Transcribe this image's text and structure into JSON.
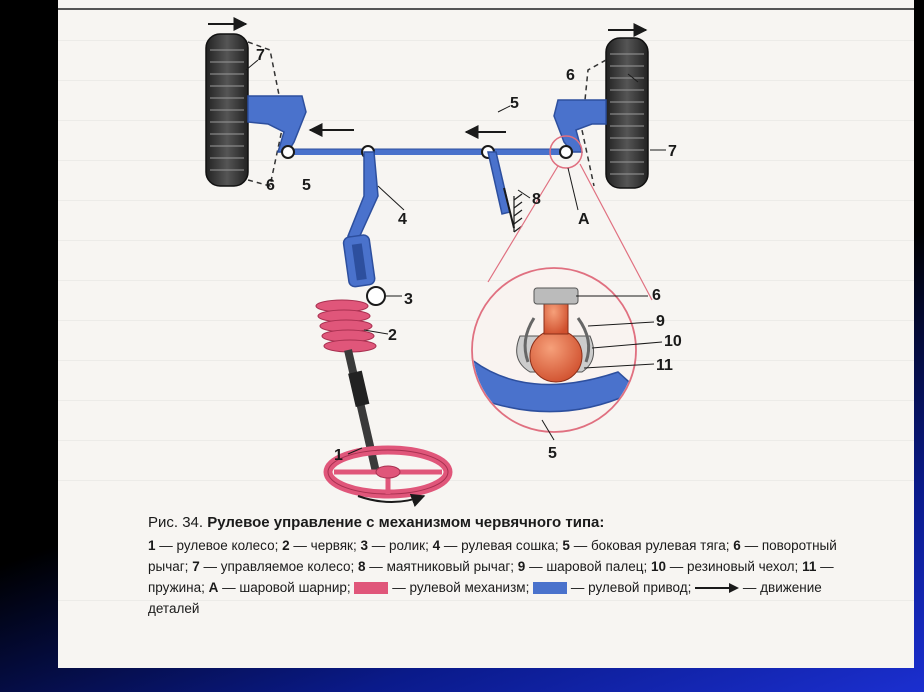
{
  "figure": {
    "labels": {
      "l1": "1",
      "l2": "2",
      "l3": "3",
      "l4": "4",
      "l5_left": "5",
      "l5_mid": "5",
      "l5_inset": "5",
      "l6_left": "6",
      "l6_right": "6",
      "l6_inset": "6",
      "l7_left": "7",
      "l7_right": "7",
      "l8": "8",
      "l9": "9",
      "l10": "10",
      "l11": "11",
      "lA": "A"
    }
  },
  "caption": {
    "prefix": "Рис. 34.",
    "title": "Рулевое управление с механизмом червячного типа:",
    "legend": [
      {
        "num": "1",
        "text": "рулевое колесо;"
      },
      {
        "num": "2",
        "text": "червяк;"
      },
      {
        "num": "3",
        "text": "ролик;"
      },
      {
        "num": "4",
        "text": "рулевая сошка;"
      },
      {
        "num": "5",
        "text": "боковая рулевая тяга;"
      },
      {
        "num": "6",
        "text": "поворотный рычаг;"
      },
      {
        "num": "7",
        "text": "управляемое колесо;"
      },
      {
        "num": "8",
        "text": "маятниковый рычаг;"
      },
      {
        "num": "9",
        "text": "шаровой палец;"
      },
      {
        "num": "10",
        "text": "резиновый чехол;"
      },
      {
        "num": "11",
        "text": "пружина;"
      },
      {
        "num": "А",
        "text": "шаровой шарнир;"
      }
    ],
    "key": {
      "mechanism": "рулевой механизм;",
      "drive": "рулевой привод;",
      "movement": "движение деталей"
    },
    "dash": "—"
  },
  "colors": {
    "mechanism": "#e0567a",
    "drive": "#4a72cc",
    "page": "#f7f5f2",
    "background": "#000000"
  }
}
